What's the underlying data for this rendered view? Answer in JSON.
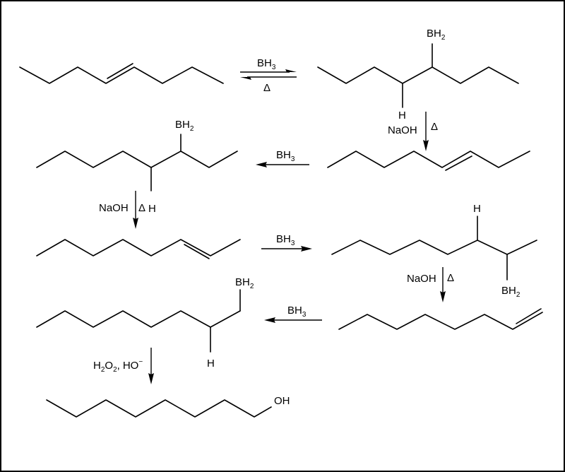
{
  "labels": {
    "bh3": "BH",
    "three": "3",
    "delta": "Δ",
    "bh2": "BH",
    "two": "2",
    "h": "H",
    "naoh": "NaOH",
    "h2o2_h": "H",
    "h2o2_o": "O",
    "ho": "HO",
    "minus": "−",
    "comma": ",",
    "oh": "OH"
  }
}
